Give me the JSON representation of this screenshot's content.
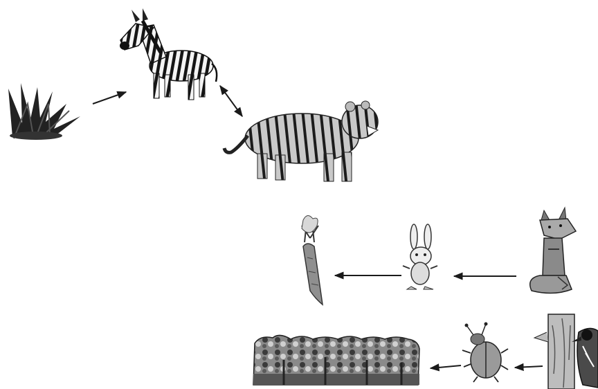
{
  "diagram": {
    "chains": [
      {
        "organisms": [
          {
            "id": "grass",
            "icon": "grass-tuft"
          },
          {
            "id": "zebra",
            "icon": "zebra"
          },
          {
            "id": "tiger",
            "icon": "tiger"
          }
        ]
      },
      {
        "organisms": [
          {
            "id": "carrot",
            "icon": "carrot"
          },
          {
            "id": "rabbit",
            "icon": "rabbit"
          },
          {
            "id": "fox",
            "icon": "fox"
          }
        ]
      },
      {
        "organisms": [
          {
            "id": "trees",
            "icon": "tree-row"
          },
          {
            "id": "beetle",
            "icon": "beetle"
          },
          {
            "id": "woodpecker",
            "icon": "woodpecker-on-trunk"
          }
        ]
      }
    ],
    "colors": {
      "ink": "#1a1a1a",
      "mid": "#7a7a7a",
      "light": "#c8c8c8"
    }
  }
}
